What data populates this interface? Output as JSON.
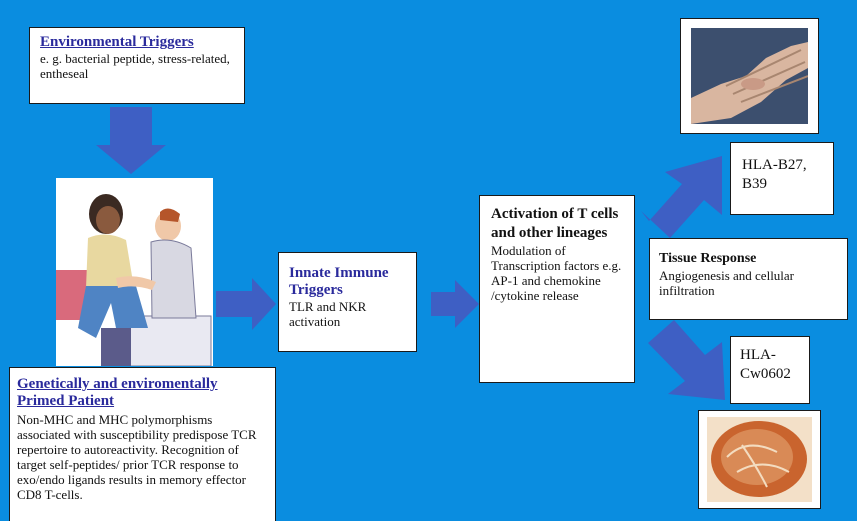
{
  "colors": {
    "background": "#0a8de0",
    "arrow": "#3e5fc4",
    "title_blue": "#2a2a9c"
  },
  "environmental": {
    "title": "Environmental Triggers",
    "body": "e. g.  bacterial peptide, stress-related, entheseal"
  },
  "patient": {
    "title": "Genetically and enviromentally Primed Patient",
    "body": "Non-MHC and MHC polymorphisms associated with susceptibility predispose TCR repertoire to autoreactivity. Recognition of target self-peptides/ prior TCR response to exo/endo ligands results in memory effector CD8 T-cells."
  },
  "innate": {
    "title": "Innate Immune Triggers",
    "body": "TLR and NKR activation"
  },
  "activation": {
    "title": "Activation of T cells and other lineages",
    "body": "Modulation of Transcription factors e.g. AP-1 and chemokine /cytokine release"
  },
  "tissue": {
    "title": "Tissue Response",
    "body": "Angiogenesis and cellular infiltration"
  },
  "hla_b27": {
    "text": "HLA-B27, B39"
  },
  "hla_cw": {
    "text": "HLA-Cw0602"
  },
  "icons": {
    "clinic": "doctor-examining-patient-clipart",
    "hand": "hand-photo",
    "skin": "psoriatic-plaque-photo"
  }
}
